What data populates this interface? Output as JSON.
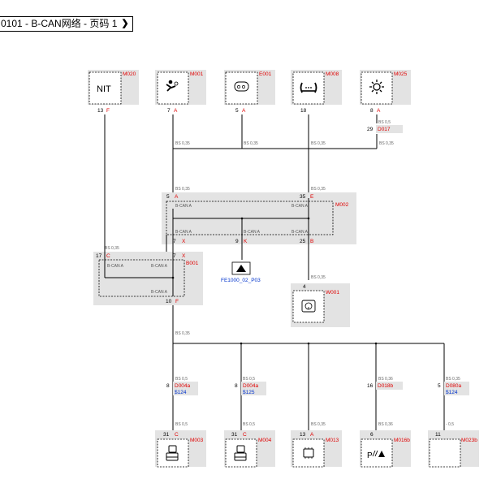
{
  "header": {
    "page_title": "0101 - B-CAN网络 - 页码 1",
    "dropdown_icon": "chevron-down-icon"
  },
  "modules": {
    "M020": {
      "code": "M020",
      "label": "NIT",
      "pin": "13",
      "pin_code": "F"
    },
    "M001": {
      "code": "M001",
      "icon": "airbag-person-icon",
      "pin": "7",
      "pin_code": "A"
    },
    "E001": {
      "code": "E001",
      "icon": "gauge-icon",
      "pin": "5",
      "pin_code": "A"
    },
    "M008": {
      "code": "M008",
      "icon": "light-switch-icon",
      "pin": "18",
      "pin_code": ""
    },
    "M025": {
      "code": "M025",
      "icon": "climate-fan-icon",
      "pin": "8",
      "pin_code": "A"
    },
    "M002": {
      "code": "M002",
      "pin_left": "5",
      "pin_left_code": "A",
      "pin_right": "35",
      "pin_right_code": "E",
      "pin_b1": "7",
      "pin_b1_code": "X",
      "pin_b2": "9",
      "pin_b2_code": "K",
      "pin_b3": "25",
      "pin_b3_code": "B"
    },
    "B001": {
      "code": "B001",
      "pin_top_left": "17",
      "pin_top_left_code": "C",
      "pin_top_right": "7",
      "pin_top_right_code": "X",
      "pin_bottom": "10",
      "pin_bottom_code": "F"
    },
    "W001": {
      "code": "W001",
      "icon": "steering-wheel-icon",
      "pin": "4",
      "pin_code": ""
    },
    "M003": {
      "code": "M003",
      "icon": "seat-icon",
      "pin": "31",
      "pin_code": "C"
    },
    "M004": {
      "code": "M004",
      "icon": "seat-icon",
      "pin": "31",
      "pin_code": "C"
    },
    "M013": {
      "code": "M013",
      "icon": "chip-icon",
      "pin": "13",
      "pin_code": "A"
    },
    "M016b": {
      "code": "M016b",
      "label": "P",
      "icon": "parking-sensor-icon",
      "pin": "6",
      "pin_code": ""
    },
    "M023b": {
      "code": "M023b",
      "pin": "11",
      "pin_code": ""
    }
  },
  "connectors": {
    "D017": {
      "code": "D017",
      "pin": "29"
    },
    "D004a_1": {
      "code": "D004a",
      "pin": "8",
      "ref": "$124"
    },
    "D004a_2": {
      "code": "D004a",
      "pin": "8",
      "ref": "$125"
    },
    "D018b": {
      "code": "D018b",
      "pin": "16"
    },
    "D080a": {
      "code": "D080a",
      "pin": "5",
      "ref": "$124"
    }
  },
  "wires": {
    "bs035": "BS 0,35",
    "bs05": "BS 0,5",
    "bs036": "BS 0,36",
    "dash05": "- 0,5"
  },
  "bus": {
    "label": "B-CAN A"
  },
  "link": {
    "label": "FE1000_02_P03"
  },
  "colors": {
    "module_fill": "#e3e3e3",
    "code_red": "#e00000",
    "ref_blue": "#0033cc"
  }
}
